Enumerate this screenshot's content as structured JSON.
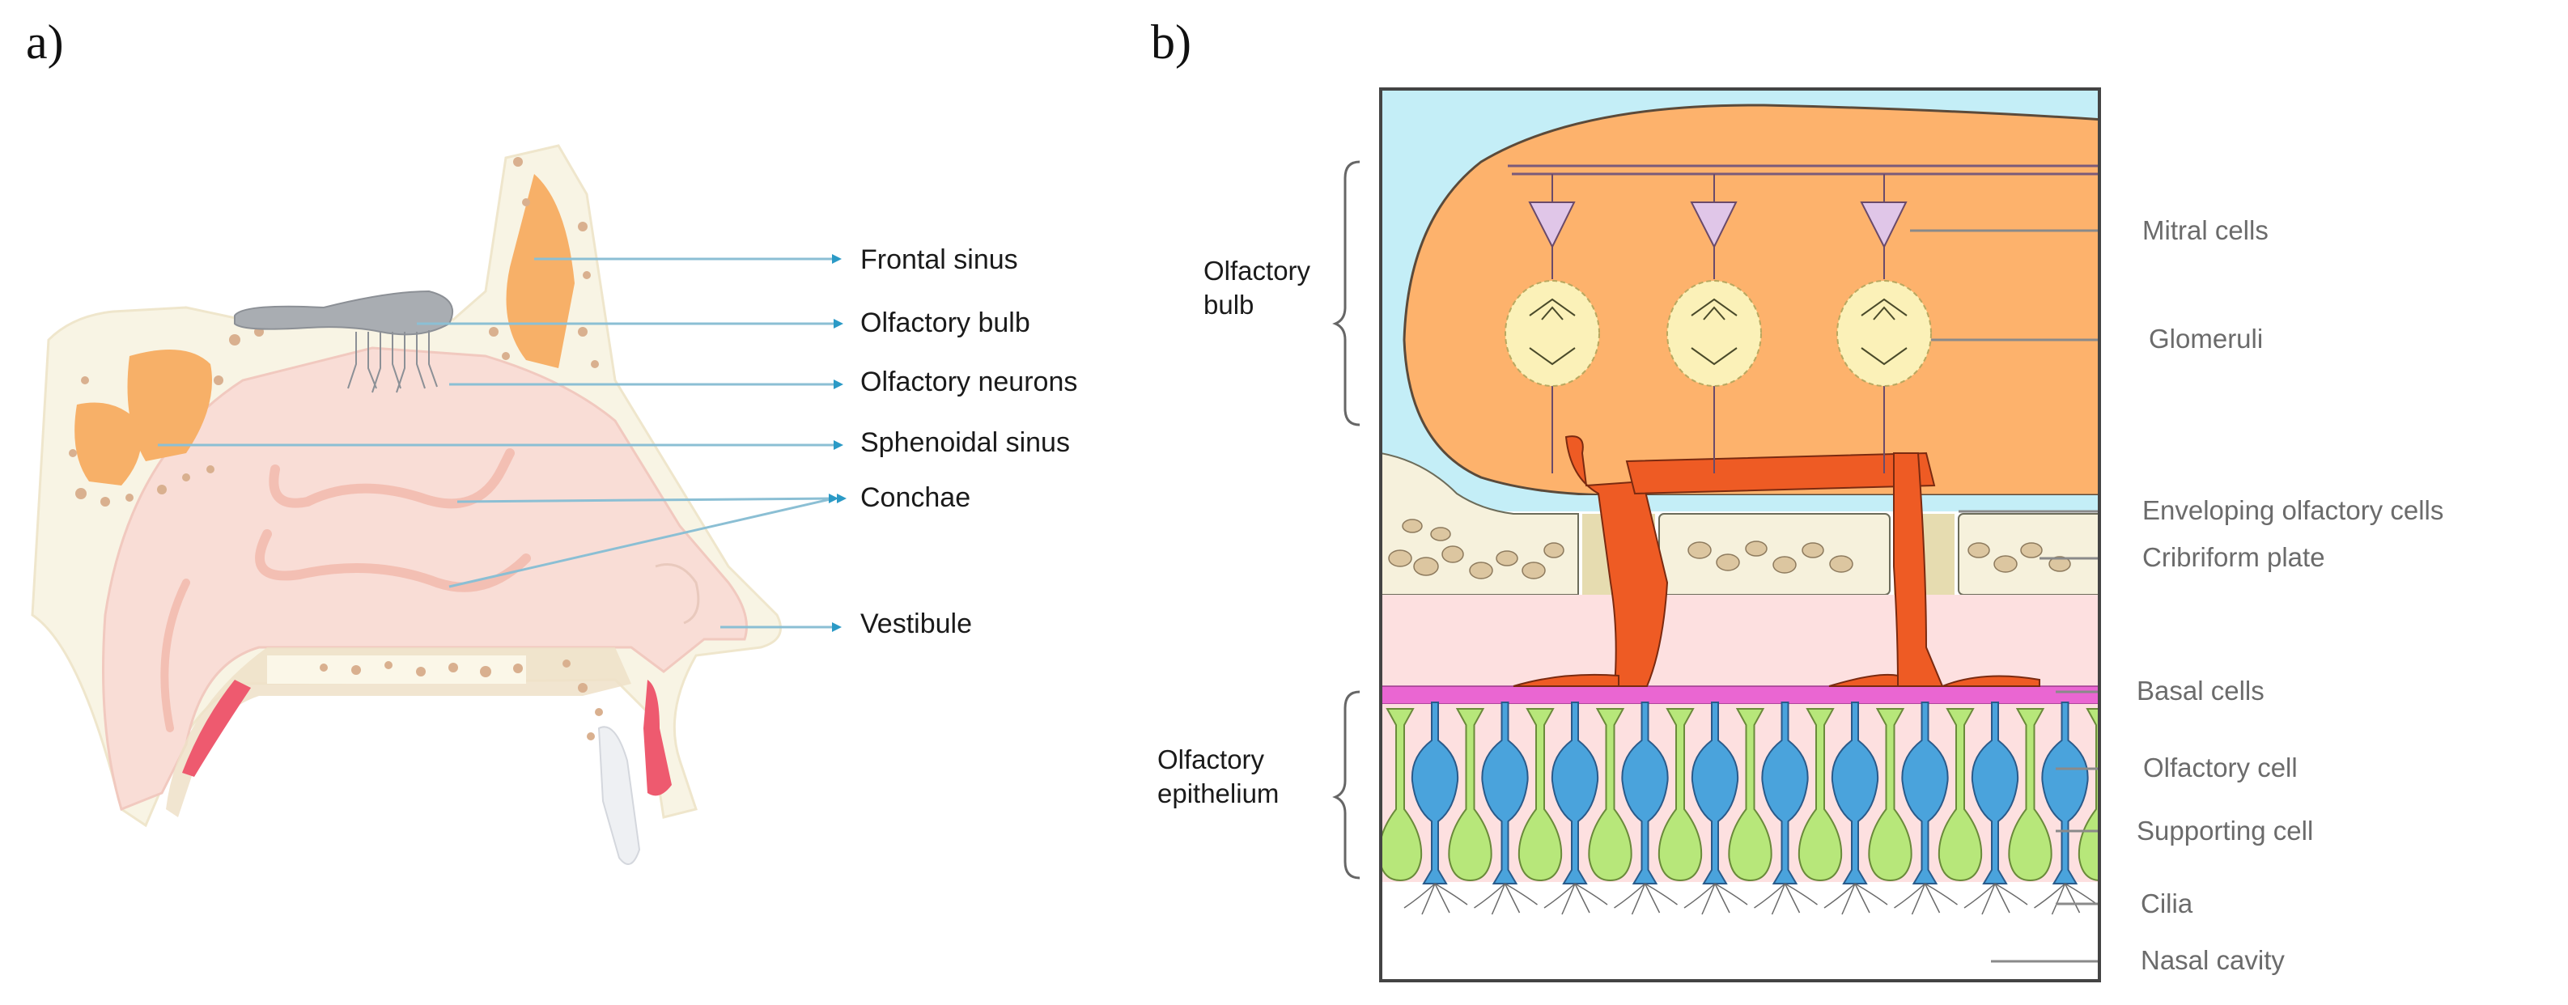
{
  "panel_a": {
    "letter": "a)",
    "labels": [
      "Frontal sinus",
      "Olfactory bulb",
      "Olfactory neurons",
      "Sphenoidal sinus",
      "Conchae",
      "Vestibule"
    ]
  },
  "panel_b": {
    "letter": "b)",
    "bracket_labels": [
      {
        "line1": "Olfactory",
        "line2": "bulb"
      },
      {
        "line1": "Olfactory",
        "line2": "epithelium"
      }
    ],
    "labels": [
      "Mitral cells",
      "Glomeruli",
      "Enveloping olfactory cells",
      "Cribriform plate",
      "Basal cells",
      "Olfactory cell",
      "Supporting cell",
      "Cilia",
      "Nasal cavity"
    ]
  },
  "colors": {
    "sinus_orange": "#f7b068",
    "tissue_pink": "#f9ddd6",
    "bone_cream": "#f6f1dc",
    "bone_spot": "#d9b08f",
    "vessel_red": "#ee5a6f",
    "pointer_blue": "#2b9ac6",
    "bulb_grey": "#a9adb2",
    "csf_blue": "#c4eef7",
    "bulb_orange": "#fdb26c",
    "mitral_purple": "#e0c6e8",
    "glom_yellow": "#fbf1b8",
    "enveloping_red": "#ee5b24",
    "lamina_pink": "#fde0e0",
    "basal_magenta": "#ea66d2",
    "olf_cell_blue": "#4aa3dc",
    "support_green": "#b7e77a"
  }
}
